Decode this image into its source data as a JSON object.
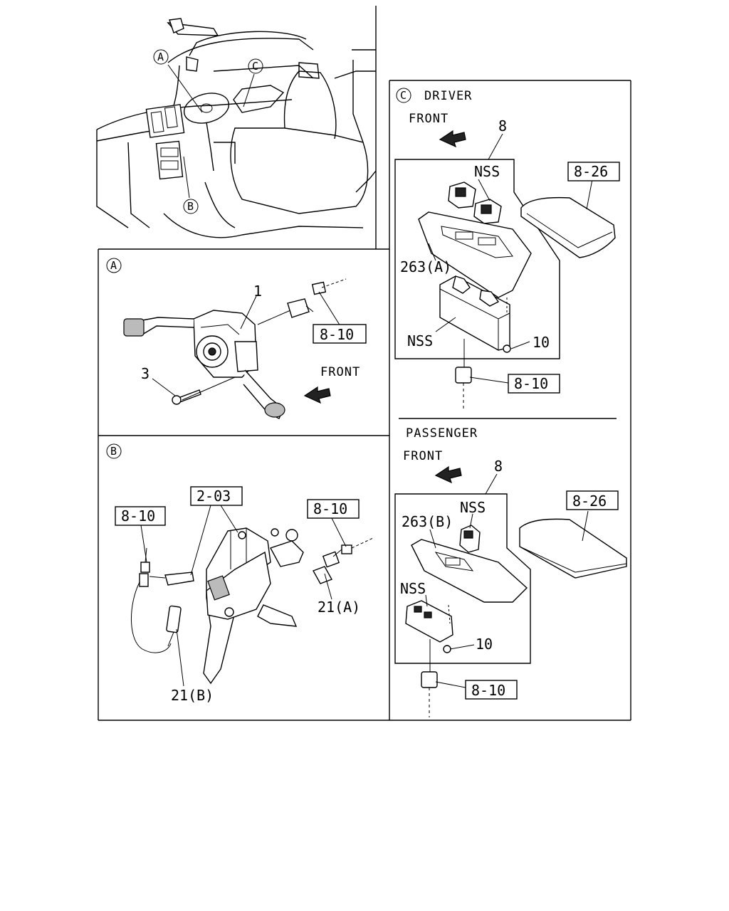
{
  "views": {
    "A": "A",
    "B": "B",
    "C": "C"
  },
  "overview": {
    "callout_a": "A",
    "callout_b": "B",
    "callout_c": "C"
  },
  "panel_a": {
    "badge": "A",
    "part_1": "1",
    "part_3": "3",
    "ref_box": "8-10",
    "front_label": "FRONT"
  },
  "panel_b": {
    "badge": "B",
    "ref_box_left": "8-10",
    "ref_box_mid": "2-03",
    "ref_box_right": "8-10",
    "part_21a": "21(A)",
    "part_21b": "21(B)"
  },
  "panel_c": {
    "badge": "C",
    "driver": {
      "title": "DRIVER",
      "front_label": "FRONT",
      "part_8": "8",
      "nss_top": "NSS",
      "part_263a": "263(A)",
      "nss_bottom": "NSS",
      "part_10": "10",
      "ref_box_826": "8-26",
      "ref_box_810": "8-10"
    },
    "passenger": {
      "title": "PASSENGER",
      "front_label": "FRONT",
      "part_8": "8",
      "nss_top": "NSS",
      "part_263b": "263(B)",
      "nss_bottom": "NSS",
      "part_10": "10",
      "ref_box_826": "8-26",
      "ref_box_810": "8-10"
    }
  }
}
